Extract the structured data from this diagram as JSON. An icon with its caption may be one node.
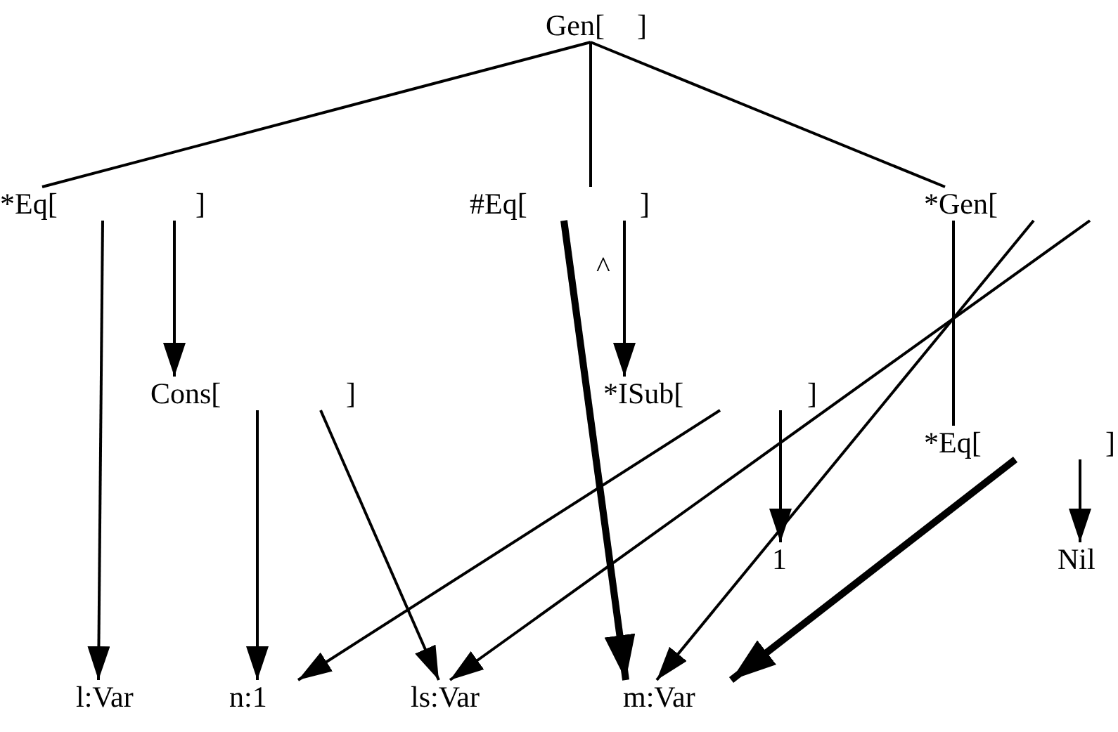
{
  "diagram": {
    "nodes": [
      {
        "text": [
          "Gen[",
          "]"
        ]
      },
      {
        "text": [
          "*Eq[",
          "]"
        ]
      },
      {
        "text": [
          "#Eq[",
          "]"
        ]
      },
      {
        "text": [
          "*Gen["
        ]
      },
      {
        "text": [
          "Cons[",
          "]"
        ]
      },
      {
        "text": [
          "*ISub[",
          "]"
        ]
      },
      {
        "text": [
          "*Eq[",
          "]"
        ]
      },
      {
        "text": [
          "1"
        ]
      },
      {
        "text": [
          "Nil"
        ]
      },
      {
        "text": [
          "l:Var"
        ]
      },
      {
        "text": [
          "n:1"
        ]
      },
      {
        "text": [
          "ls:Var"
        ]
      },
      {
        "text": [
          "m:Var"
        ]
      }
    ],
    "edges": [
      {
        "from": 0,
        "to": 1,
        "arrow": "none"
      },
      {
        "from": 0,
        "to": 2,
        "arrow": "none"
      },
      {
        "from": 0,
        "to": 3,
        "arrow": "none"
      },
      {
        "from": 1,
        "to": 9,
        "arrow": "to"
      },
      {
        "from": 1,
        "to": 4,
        "arrow": "to"
      },
      {
        "from": 2,
        "to": 12,
        "arrow": "to",
        "style": "thick"
      },
      {
        "from": 2,
        "to": 5,
        "arrow": "to"
      },
      {
        "from": 3,
        "to": 6,
        "arrow": "none"
      },
      {
        "from": 3,
        "to": 12,
        "arrow": "to"
      },
      {
        "from": 3,
        "to": 11,
        "arrow": "to"
      },
      {
        "from": 4,
        "to": 10,
        "arrow": "to"
      },
      {
        "from": 4,
        "to": 11,
        "arrow": "to"
      },
      {
        "from": 5,
        "to": 10,
        "arrow": "to"
      },
      {
        "from": 5,
        "to": 7,
        "arrow": "to"
      },
      {
        "from": 6,
        "to": 12,
        "arrow": "to",
        "style": "thick"
      },
      {
        "from": 6,
        "to": 8,
        "arrow": "to"
      }
    ],
    "labels": [
      "^"
    ]
  }
}
